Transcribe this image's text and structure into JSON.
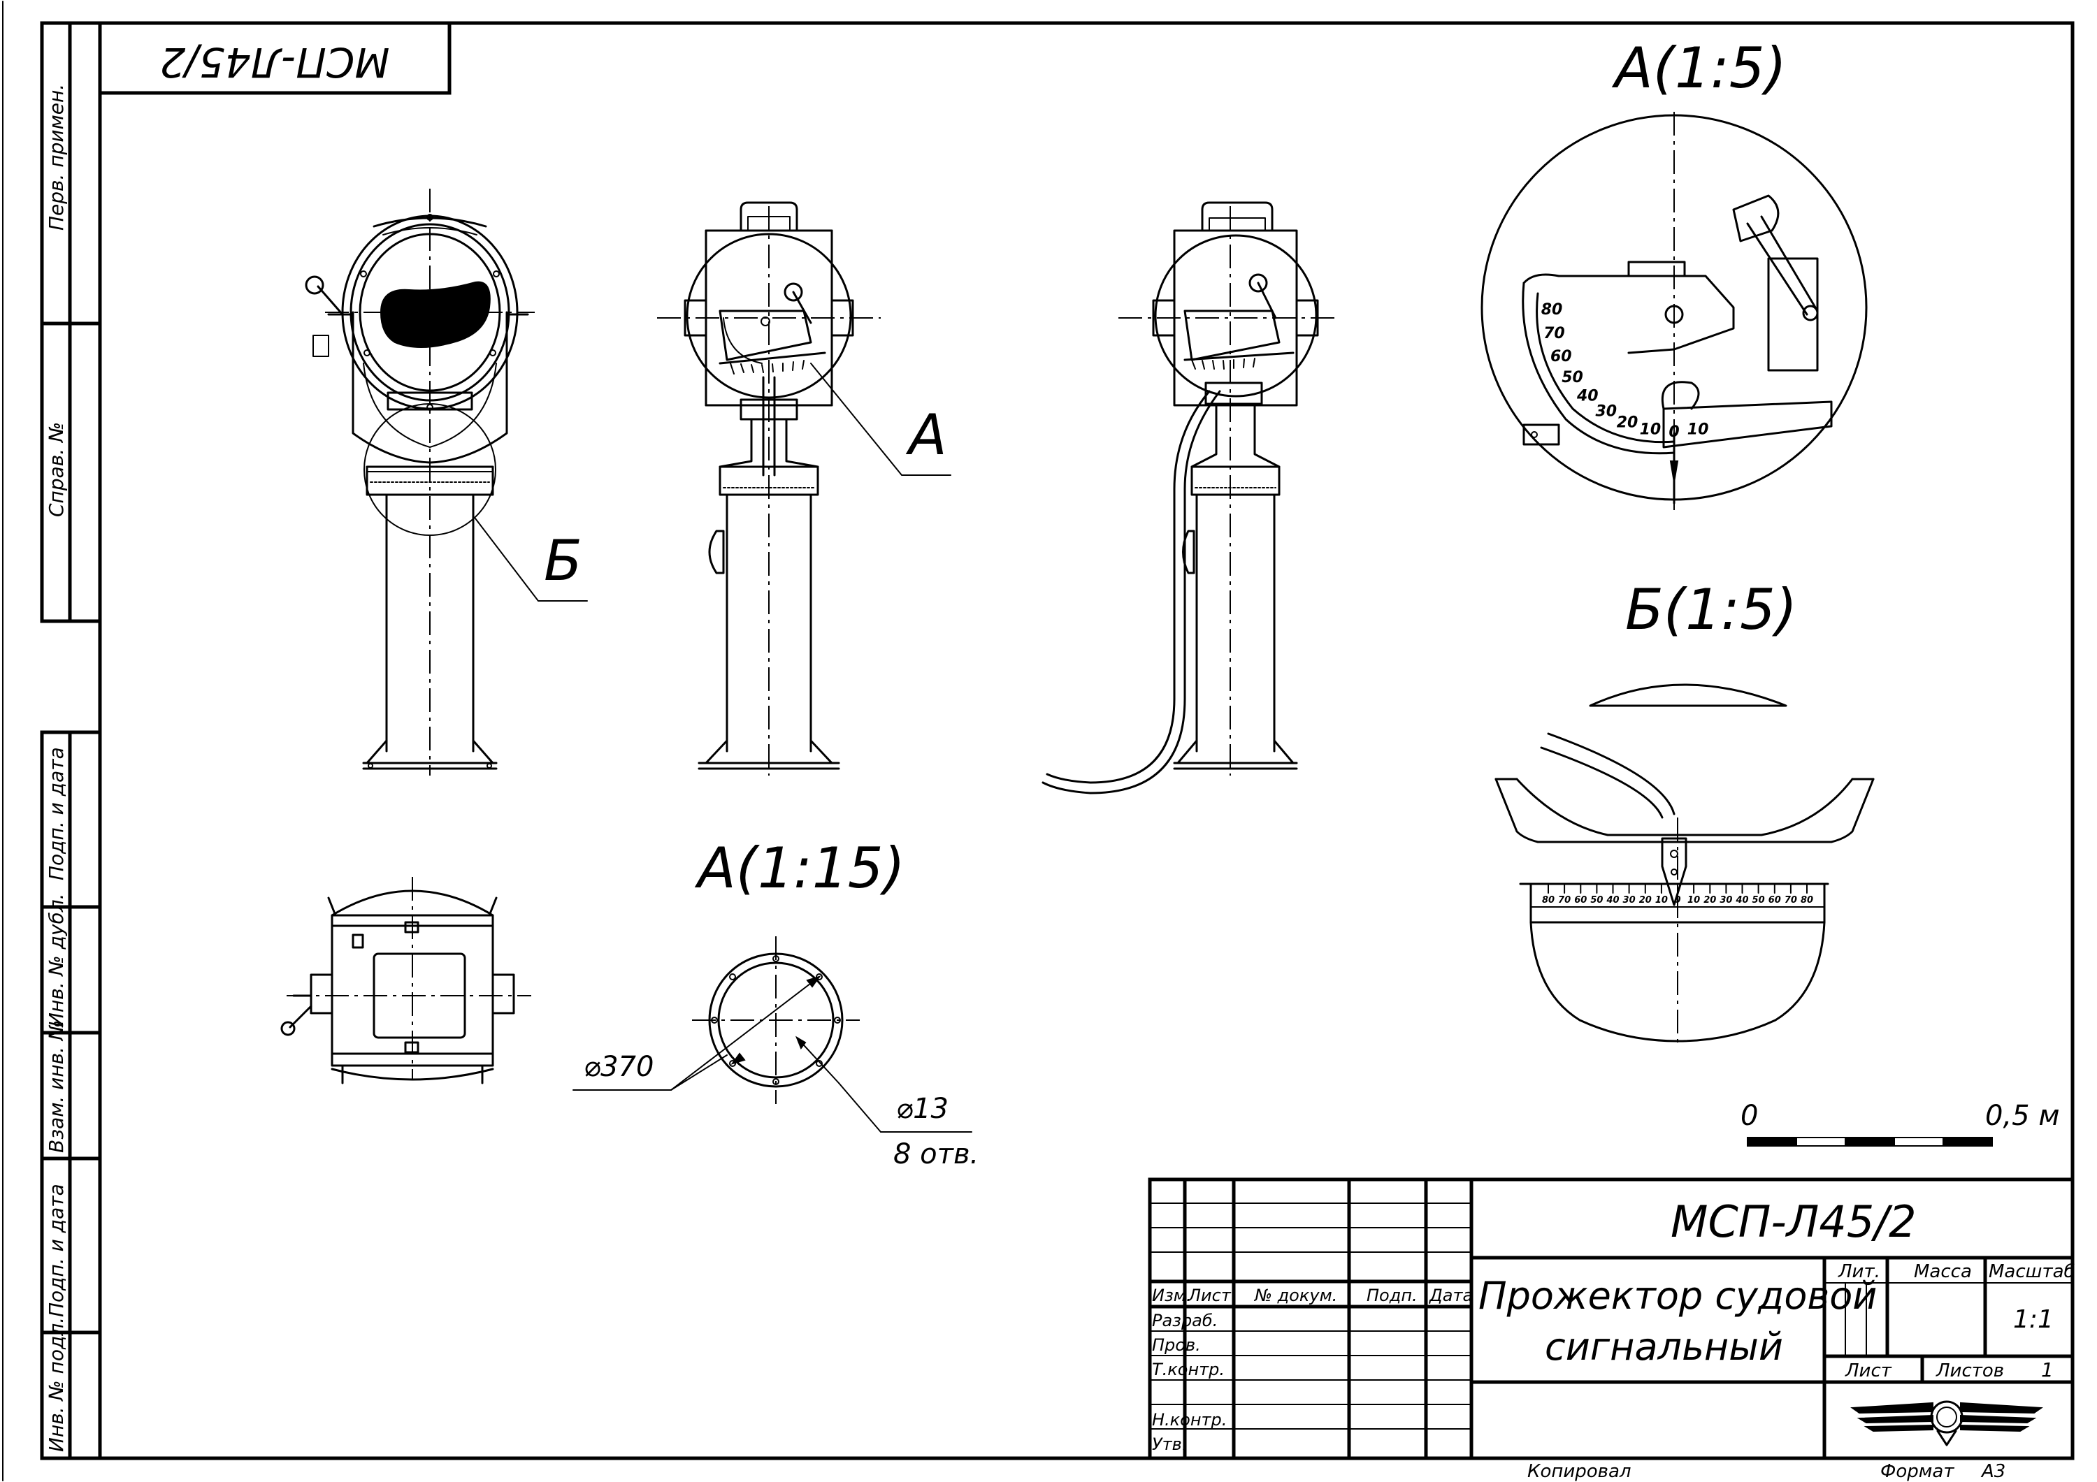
{
  "document": {
    "code": "МСП-Л45/2",
    "code_rotated": "МСП-Л45/2",
    "title_line1": "Прожектор судовой",
    "title_line2": "сигнальный",
    "scale_value": "1:1",
    "sheet_number": "1",
    "copied_by": "Копировал",
    "format_label": "Формат",
    "format_value": "А3"
  },
  "side_stamp": {
    "perv_primen": "Перв. примен.",
    "sprav_no": "Справ. №",
    "podp_data_1": "Подп. и дата",
    "inv_dubl": "Инв. № дубл.",
    "vzam_inv": "Взам. инв. №",
    "podp_data_2": "Подп. и дата",
    "inv_podl": "Инв. № подл."
  },
  "title_block": {
    "izm": "Изм.",
    "list": "Лист",
    "no_dokum": "№ докум.",
    "podp": "Подп.",
    "data": "Дата",
    "razrab": "Разраб.",
    "prov": "Пров.",
    "t_kontr": "Т.контр.",
    "n_kontr": "Н.контр.",
    "utv": "Утв.",
    "lit": "Лит.",
    "massa": "Масса",
    "masshtab": "Масштаб",
    "list_label": "Лист",
    "listov_label": "Листов"
  },
  "views": {
    "callout_a": "А",
    "callout_b": "Б",
    "detail_a_top": "А(1:5)",
    "detail_b": "Б(1:5)",
    "detail_a_bottom": "А(1:15)"
  },
  "dimensions": {
    "diameter_370": "⌀370",
    "diameter_13": "⌀13",
    "holes_8": "8 отв."
  },
  "scale_bar": {
    "start_label": "0",
    "end_label": "0,5 м"
  },
  "dial_labels_a": [
    "80",
    "70",
    "60",
    "50",
    "40",
    "30",
    "20",
    "10",
    "0",
    "10"
  ],
  "dial_labels_b": [
    "80",
    "70",
    "60",
    "50",
    "40",
    "30",
    "20",
    "10",
    "0",
    "10",
    "20",
    "30",
    "40",
    "50",
    "60",
    "70",
    "80"
  ]
}
